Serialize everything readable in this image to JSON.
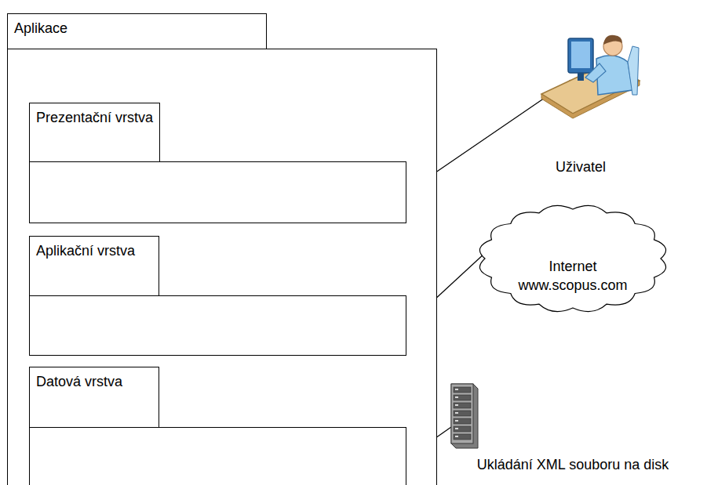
{
  "diagram": {
    "nodes": [
      {
        "text": [
          "Aplikace"
        ]
      },
      {
        "text": [
          "Prezentační vrstva"
        ],
        "in": 0
      },
      {
        "text": [
          "Aplikační vrstva"
        ],
        "in": 0
      },
      {
        "text": [
          "Datová vrstva"
        ],
        "in": 0
      },
      {
        "text": [
          "Uživatel"
        ]
      },
      {
        "text": [
          "Internet www.scopus.com"
        ]
      },
      {
        "text": [
          "Ukládání XML souboru na disk"
        ]
      }
    ],
    "edges": [
      {
        "from": 1,
        "to": 4,
        "arrow": "none"
      },
      {
        "from": 2,
        "to": 5,
        "arrow": "none"
      },
      {
        "from": 3,
        "to": 6,
        "arrow": "none"
      }
    ]
  }
}
